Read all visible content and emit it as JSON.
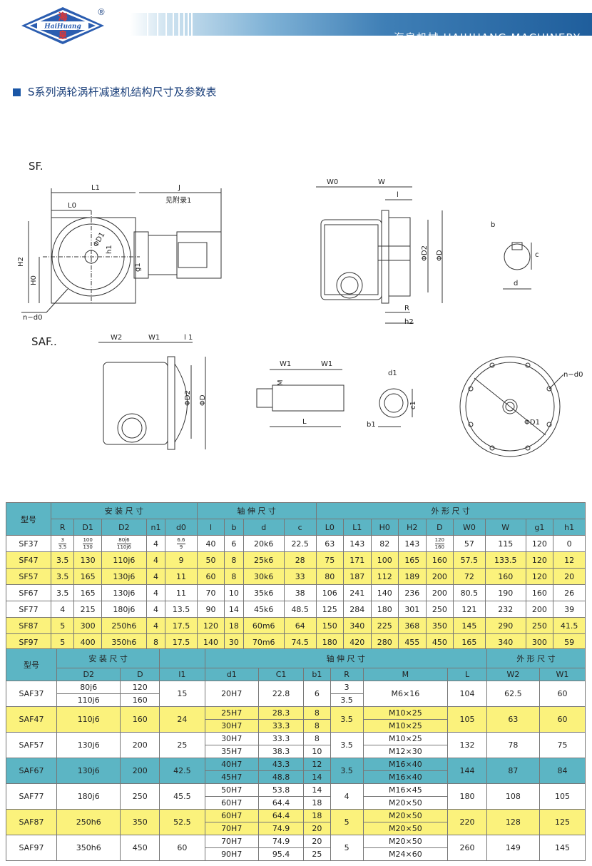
{
  "header": {
    "logo_text_cn": "海",
    "logo_text_en": "HaiHuang",
    "logo_text_cn2": "皇",
    "registered": "®",
    "brand": "海皇机械  HAIHUANG MACHINERY"
  },
  "section_title": "S系列涡轮涡杆减速机结构尺寸及参数表",
  "drawing": {
    "sf_label": "SF.",
    "saf_label": "SAF..",
    "labels": {
      "L1": "L1",
      "L0": "L0",
      "J": "J",
      "appendix": "见附录1",
      "H2": "H2",
      "H0": "H0",
      "nd0": "n−d0",
      "D1": "ΦD1",
      "h1": "h1",
      "g1": "g1",
      "W0": "W0",
      "W": "W",
      "l": "l",
      "D2": "ΦD2",
      "D": "ΦD",
      "R": "R",
      "h2": "h2",
      "b": "b",
      "c": "c",
      "d": "d",
      "W2": "W2",
      "W1": "W1",
      "l1": "l 1",
      "M": "M",
      "L": "L",
      "d1": "d1",
      "c1": "c1",
      "b1": "b1",
      "nd0b": "n−d0",
      "D1b": "ΦD1"
    }
  },
  "table1": {
    "model_header": "型号",
    "groups": [
      "安 装 尺 寸",
      "轴 伸 尺 寸",
      "外 形 尺 寸"
    ],
    "columns": [
      "R",
      "D1",
      "D2",
      "n1",
      "d0",
      "l",
      "b",
      "d",
      "c",
      "L0",
      "L1",
      "H0",
      "H2",
      "D",
      "W0",
      "W",
      "g1",
      "h1"
    ],
    "rows": [
      {
        "model": "SF37",
        "R": [
          "3",
          "3.5"
        ],
        "D1": [
          "100",
          "130"
        ],
        "D2": [
          "80j6",
          "110j6"
        ],
        "n1": "4",
        "d0": [
          "6.6",
          "9"
        ],
        "l": "40",
        "b": "6",
        "d": "20k6",
        "c": "22.5",
        "L0": "63",
        "L1": "143",
        "H0": "82",
        "H2": "143",
        "D": [
          "120",
          "160"
        ],
        "W0": "57",
        "W": "115",
        "g1": "120",
        "h1": "0"
      },
      {
        "model": "SF47",
        "R": "3.5",
        "D1": "130",
        "D2": "110j6",
        "n1": "4",
        "d0": "9",
        "l": "50",
        "b": "8",
        "d": "25k6",
        "c": "28",
        "L0": "75",
        "L1": "171",
        "H0": "100",
        "H2": "165",
        "D": "160",
        "W0": "57.5",
        "W": "133.5",
        "g1": "120",
        "h1": "12"
      },
      {
        "model": "SF57",
        "R": "3.5",
        "D1": "165",
        "D2": "130j6",
        "n1": "4",
        "d0": "11",
        "l": "60",
        "b": "8",
        "d": "30k6",
        "c": "33",
        "L0": "80",
        "L1": "187",
        "H0": "112",
        "H2": "189",
        "D": "200",
        "W0": "72",
        "W": "160",
        "g1": "120",
        "h1": "20"
      },
      {
        "model": "SF67",
        "R": "3.5",
        "D1": "165",
        "D2": "130j6",
        "n1": "4",
        "d0": "11",
        "l": "70",
        "b": "10",
        "d": "35k6",
        "c": "38",
        "L0": "106",
        "L1": "241",
        "H0": "140",
        "H2": "236",
        "D": "200",
        "W0": "80.5",
        "W": "190",
        "g1": "160",
        "h1": "26"
      },
      {
        "model": "SF77",
        "R": "4",
        "D1": "215",
        "D2": "180j6",
        "n1": "4",
        "d0": "13.5",
        "l": "90",
        "b": "14",
        "d": "45k6",
        "c": "48.5",
        "L0": "125",
        "L1": "284",
        "H0": "180",
        "H2": "301",
        "D": "250",
        "W0": "121",
        "W": "232",
        "g1": "200",
        "h1": "39"
      },
      {
        "model": "SF87",
        "R": "5",
        "D1": "300",
        "D2": "250h6",
        "n1": "4",
        "d0": "17.5",
        "l": "120",
        "b": "18",
        "d": "60m6",
        "c": "64",
        "L0": "150",
        "L1": "340",
        "H0": "225",
        "H2": "368",
        "D": "350",
        "W0": "145",
        "W": "290",
        "g1": "250",
        "h1": "41.5"
      },
      {
        "model": "SF97",
        "R": "5",
        "D1": "400",
        "D2": "350h6",
        "n1": "8",
        "d0": "17.5",
        "l": "140",
        "b": "30",
        "d": "70m6",
        "c": "74.5",
        "L0": "180",
        "L1": "420",
        "H0": "280",
        "H2": "455",
        "D": "450",
        "W0": "165",
        "W": "340",
        "g1": "300",
        "h1": "59"
      }
    ]
  },
  "table2": {
    "model_header": "型号",
    "groups": [
      "安 装 尺 寸",
      "轴 伸 尺 寸",
      "外 形 尺 寸"
    ],
    "columns": [
      "D2",
      "D",
      "l1",
      "d1",
      "C1",
      "b1",
      "R",
      "M",
      "L",
      "W2",
      "W1"
    ],
    "rows": [
      {
        "model": "SAF37",
        "D2": [
          "80j6",
          "110j6"
        ],
        "D": [
          "120",
          "160"
        ],
        "l1": "15",
        "d1": "20H7",
        "C1": "22.8",
        "b1": "6",
        "R": [
          "3",
          "3.5"
        ],
        "M": "M6×16",
        "L": "104",
        "W2": "62.5",
        "W1": "60"
      },
      {
        "model": "SAF47",
        "D2": "110j6",
        "D": "160",
        "l1": "24",
        "d1": [
          "25H7",
          "30H7"
        ],
        "C1": [
          "28.3",
          "33.3"
        ],
        "b1": [
          "8",
          "8"
        ],
        "R": "3.5",
        "M": [
          "M10×25",
          "M10×25"
        ],
        "L": "105",
        "W2": "63",
        "W1": "60"
      },
      {
        "model": "SAF57",
        "D2": "130j6",
        "D": "200",
        "l1": "25",
        "d1": [
          "30H7",
          "35H7"
        ],
        "C1": [
          "33.3",
          "38.3"
        ],
        "b1": [
          "8",
          "10"
        ],
        "R": "3.5",
        "M": [
          "M10×25",
          "M12×30"
        ],
        "L": "132",
        "W2": "78",
        "W1": "75"
      },
      {
        "model": "SAF67",
        "D2": "130j6",
        "D": "200",
        "l1": "42.5",
        "d1": [
          "40H7",
          "45H7"
        ],
        "C1": [
          "43.3",
          "48.8"
        ],
        "b1": [
          "12",
          "14"
        ],
        "R": "3.5",
        "M": [
          "M16×40",
          "M16×40"
        ],
        "L": "144",
        "W2": "87",
        "W1": "84"
      },
      {
        "model": "SAF77",
        "D2": "180j6",
        "D": "250",
        "l1": "45.5",
        "d1": [
          "50H7",
          "60H7"
        ],
        "C1": [
          "53.8",
          "64.4"
        ],
        "b1": [
          "14",
          "18"
        ],
        "R": "4",
        "M": [
          "M16×45",
          "M20×50"
        ],
        "L": "180",
        "W2": "108",
        "W1": "105"
      },
      {
        "model": "SAF87",
        "D2": "250h6",
        "D": "350",
        "l1": "52.5",
        "d1": [
          "60H7",
          "70H7"
        ],
        "C1": [
          "64.4",
          "74.9"
        ],
        "b1": [
          "18",
          "20"
        ],
        "R": "5",
        "M": [
          "M20×50",
          "M20×50"
        ],
        "L": "220",
        "W2": "128",
        "W1": "125"
      },
      {
        "model": "SAF97",
        "D2": "350h6",
        "D": "450",
        "l1": "60",
        "d1": [
          "70H7",
          "90H7"
        ],
        "C1": [
          "74.9",
          "95.4"
        ],
        "b1": [
          "20",
          "25"
        ],
        "R": "5",
        "M": [
          "M20×50",
          "M24×60"
        ],
        "L": "260",
        "W2": "149",
        "W1": "145"
      }
    ]
  }
}
